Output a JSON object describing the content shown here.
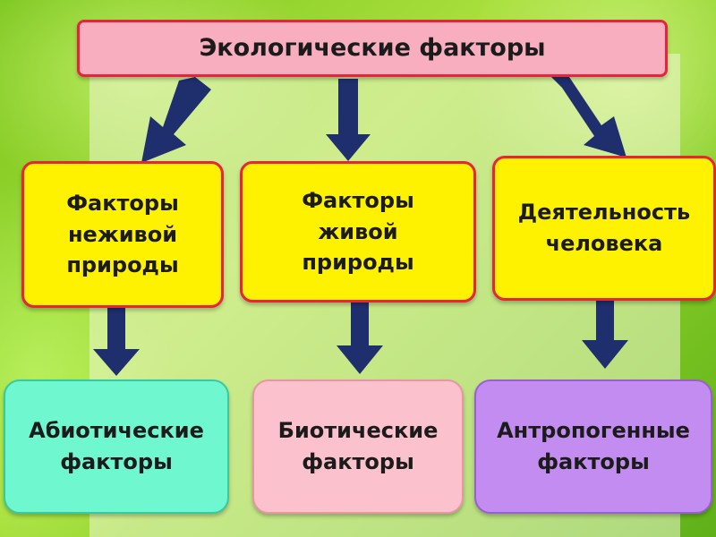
{
  "title": "Экологические факторы",
  "categories": [
    {
      "label": "Факторы\nнеживой\nприроды"
    },
    {
      "label": "Факторы\nживой\nприроды"
    },
    {
      "label": "Деятельность\nчеловека"
    }
  ],
  "factor_types": [
    {
      "label": "Абиотические\nфакторы",
      "color": "#6ff7cf"
    },
    {
      "label": "Биотические\nфакторы",
      "color": "#fbc1cc"
    },
    {
      "label": "Антропогенные\nфакторы",
      "color": "#c38cf0"
    }
  ],
  "colors": {
    "title_fill": "#f9aebf",
    "border": "#e8233c",
    "category_fill": "#fff200",
    "arrow": "#1f2f6e"
  }
}
